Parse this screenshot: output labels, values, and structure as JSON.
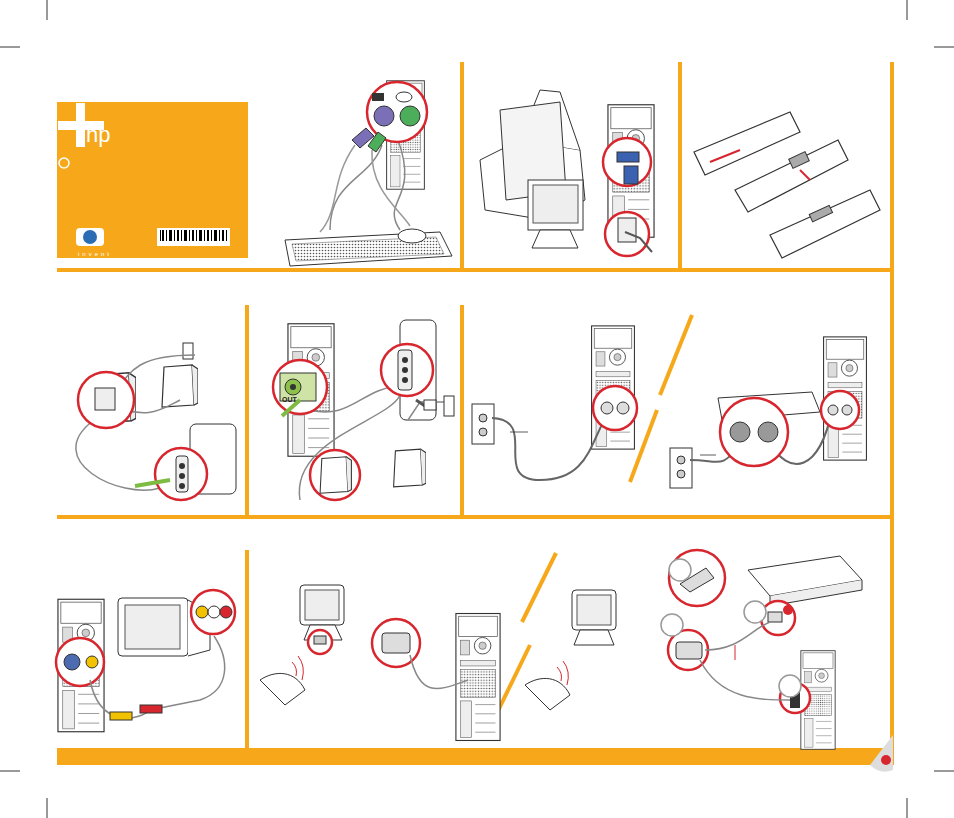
{
  "diagram": {
    "labels": [
      "hp",
      "invent",
      "OUT"
    ]
  }
}
